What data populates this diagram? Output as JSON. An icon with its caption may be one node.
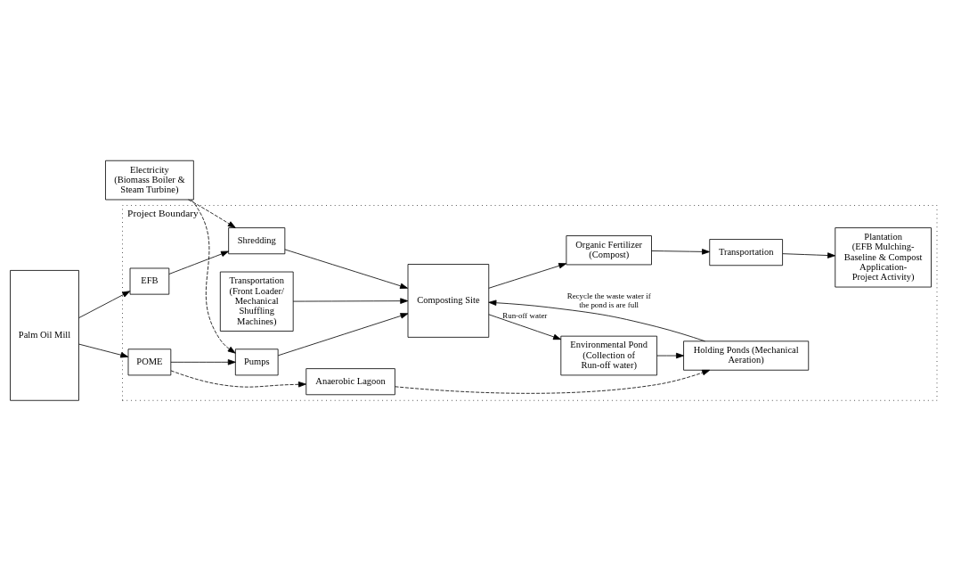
{
  "diagram": {
    "nodes": [
      {
        "text": [
          "Electricity",
          "(Biomass Boiler & Steam Turbine)"
        ]
      },
      {
        "text": [
          "Palm Oil Mill"
        ]
      },
      {
        "text": [
          "Project Boundary"
        ]
      },
      {
        "text": [
          "EFB"
        ],
        "in": 2
      },
      {
        "text": [
          "Shredding"
        ],
        "in": 2
      },
      {
        "text": [
          "Composting Site"
        ],
        "in": 2
      },
      {
        "text": [
          "Organic Fertilizer",
          "(Compost)"
        ],
        "in": 2
      },
      {
        "text": [
          "POME"
        ],
        "in": 2
      },
      {
        "text": [
          "Pumps"
        ],
        "in": 2
      },
      {
        "text": [
          "Transportation"
        ],
        "in": 2
      },
      {
        "text": [
          "Anaerobic Lagoon"
        ],
        "in": 2
      },
      {
        "text": [
          "Environmental Pond",
          "(Collection of Run-off water)"
        ],
        "in": 2
      },
      {
        "text": [
          "Transportation",
          "(Front Loader/ Mechanical Shuffling Machines)"
        ],
        "in": 2
      },
      {
        "text": [
          "Plantation",
          "(EFB Mulching- Baseline & Compost Application- Project Activity)"
        ],
        "in": 2
      },
      {
        "text": [
          "Holding Ponds (Mechanical Aeration)"
        ],
        "in": 2
      }
    ],
    "edges": [
      {
        "from": 1,
        "to": 3,
        "arrow": "to"
      },
      {
        "from": 1,
        "to": 7,
        "arrow": "to"
      },
      {
        "from": 0,
        "to": 4,
        "arrow": "to",
        "style": "dashed"
      },
      {
        "from": 0,
        "to": 8,
        "arrow": "to",
        "style": "dashed"
      },
      {
        "from": 3,
        "to": 4,
        "arrow": "to"
      },
      {
        "from": 7,
        "to": 8,
        "arrow": "to"
      },
      {
        "from": 4,
        "to": 5,
        "arrow": "to"
      },
      {
        "from": 8,
        "to": 5,
        "arrow": "to"
      },
      {
        "from": 5,
        "to": 6,
        "arrow": "to"
      },
      {
        "from": 6,
        "to": 9,
        "arrow": "to"
      },
      {
        "from": 9,
        "to": 13,
        "arrow": "to"
      },
      {
        "from": 7,
        "to": 10,
        "arrow": "to",
        "style": "dashed"
      },
      {
        "from": 5,
        "to": 11,
        "arrow": "to",
        "label": "Run-off water"
      },
      {
        "from": 12,
        "to": 5,
        "arrow": "to"
      },
      {
        "from": 10,
        "to": 14,
        "arrow": "to",
        "style": "dashed"
      },
      {
        "from": 11,
        "to": 14,
        "arrow": "to"
      },
      {
        "from": 14,
        "to": 5,
        "arrow": "to",
        "label": "Recycle the waste water if the pond is are full"
      }
    ]
  }
}
